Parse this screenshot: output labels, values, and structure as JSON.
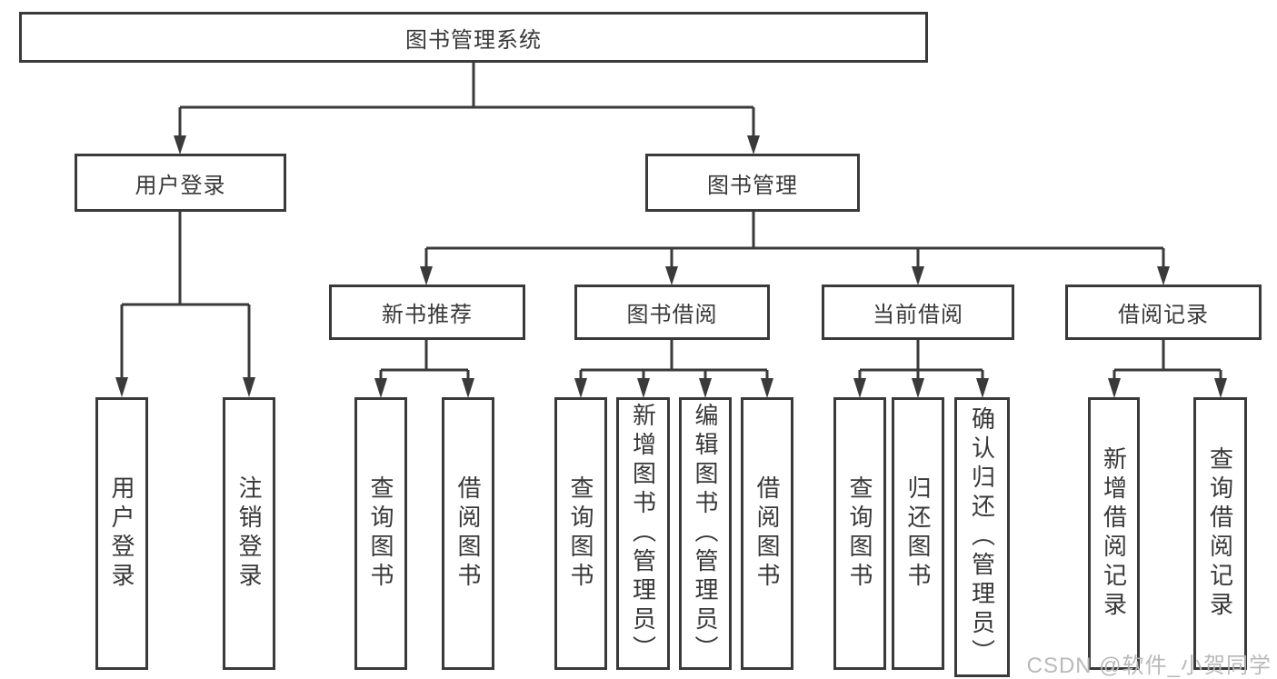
{
  "diagram": {
    "title": "图书管理系统",
    "nodes": {
      "root": "图书管理系统",
      "user_login": "用户登录",
      "book_mgmt": "图书管理",
      "new_books": "新书推荐",
      "book_borrow": "图书借阅",
      "current_borrow": "当前借阅",
      "borrow_records": "借阅记录",
      "login_children": [
        "用户登录",
        "注销登录"
      ],
      "new_books_children": [
        "查询图书",
        "借阅图书"
      ],
      "book_borrow_children": [
        "查询图书",
        "新增图书（管理员）",
        "编辑图书（管理员）",
        "借阅图书"
      ],
      "current_borrow_children": [
        "查询图书",
        "归还图书",
        "确认归还（管理员）"
      ],
      "borrow_records_children": [
        "新增借阅记录",
        "查询借阅记录"
      ]
    }
  },
  "watermark": {
    "text": "CSDN @软件_小贺同学",
    "color": "#b5b5b5"
  },
  "colors": {
    "line": "#3a3a3a",
    "text": "#383838",
    "background": "#ffffff"
  }
}
